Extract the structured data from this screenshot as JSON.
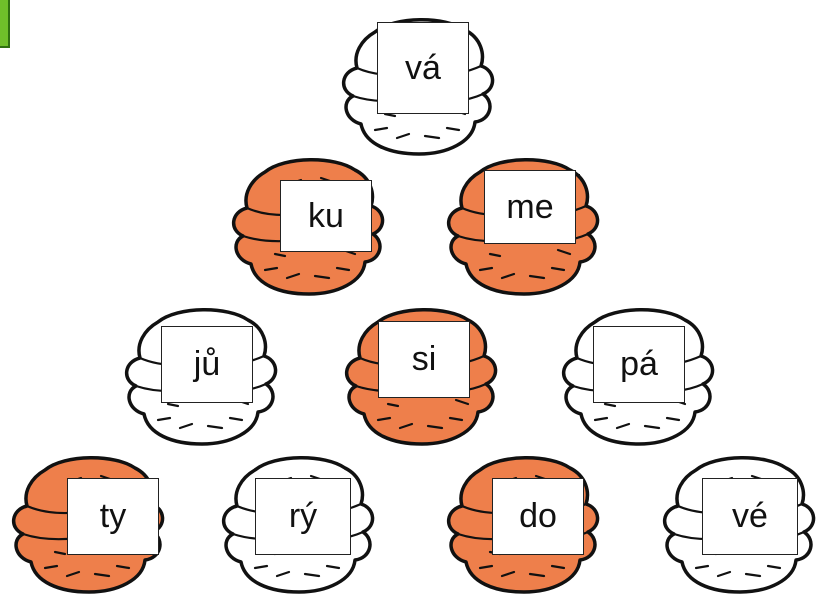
{
  "colors": {
    "shell_orange": "#ee7f4b",
    "shell_white": "#ffffff",
    "outline": "#111111",
    "corner_mark": "#6fbf2a"
  },
  "pyramid": {
    "rows": [
      [
        {
          "syllable": "vá",
          "shell": "white"
        }
      ],
      [
        {
          "syllable": "ku",
          "shell": "orange"
        },
        {
          "syllable": "me",
          "shell": "orange"
        }
      ],
      [
        {
          "syllable": "jů",
          "shell": "white"
        },
        {
          "syllable": "si",
          "shell": "orange"
        },
        {
          "syllable": "pá",
          "shell": "white"
        }
      ],
      [
        {
          "syllable": "ty",
          "shell": "orange"
        },
        {
          "syllable": "rý",
          "shell": "white"
        },
        {
          "syllable": "do",
          "shell": "orange"
        },
        {
          "syllable": "vé",
          "shell": "white"
        }
      ]
    ]
  }
}
